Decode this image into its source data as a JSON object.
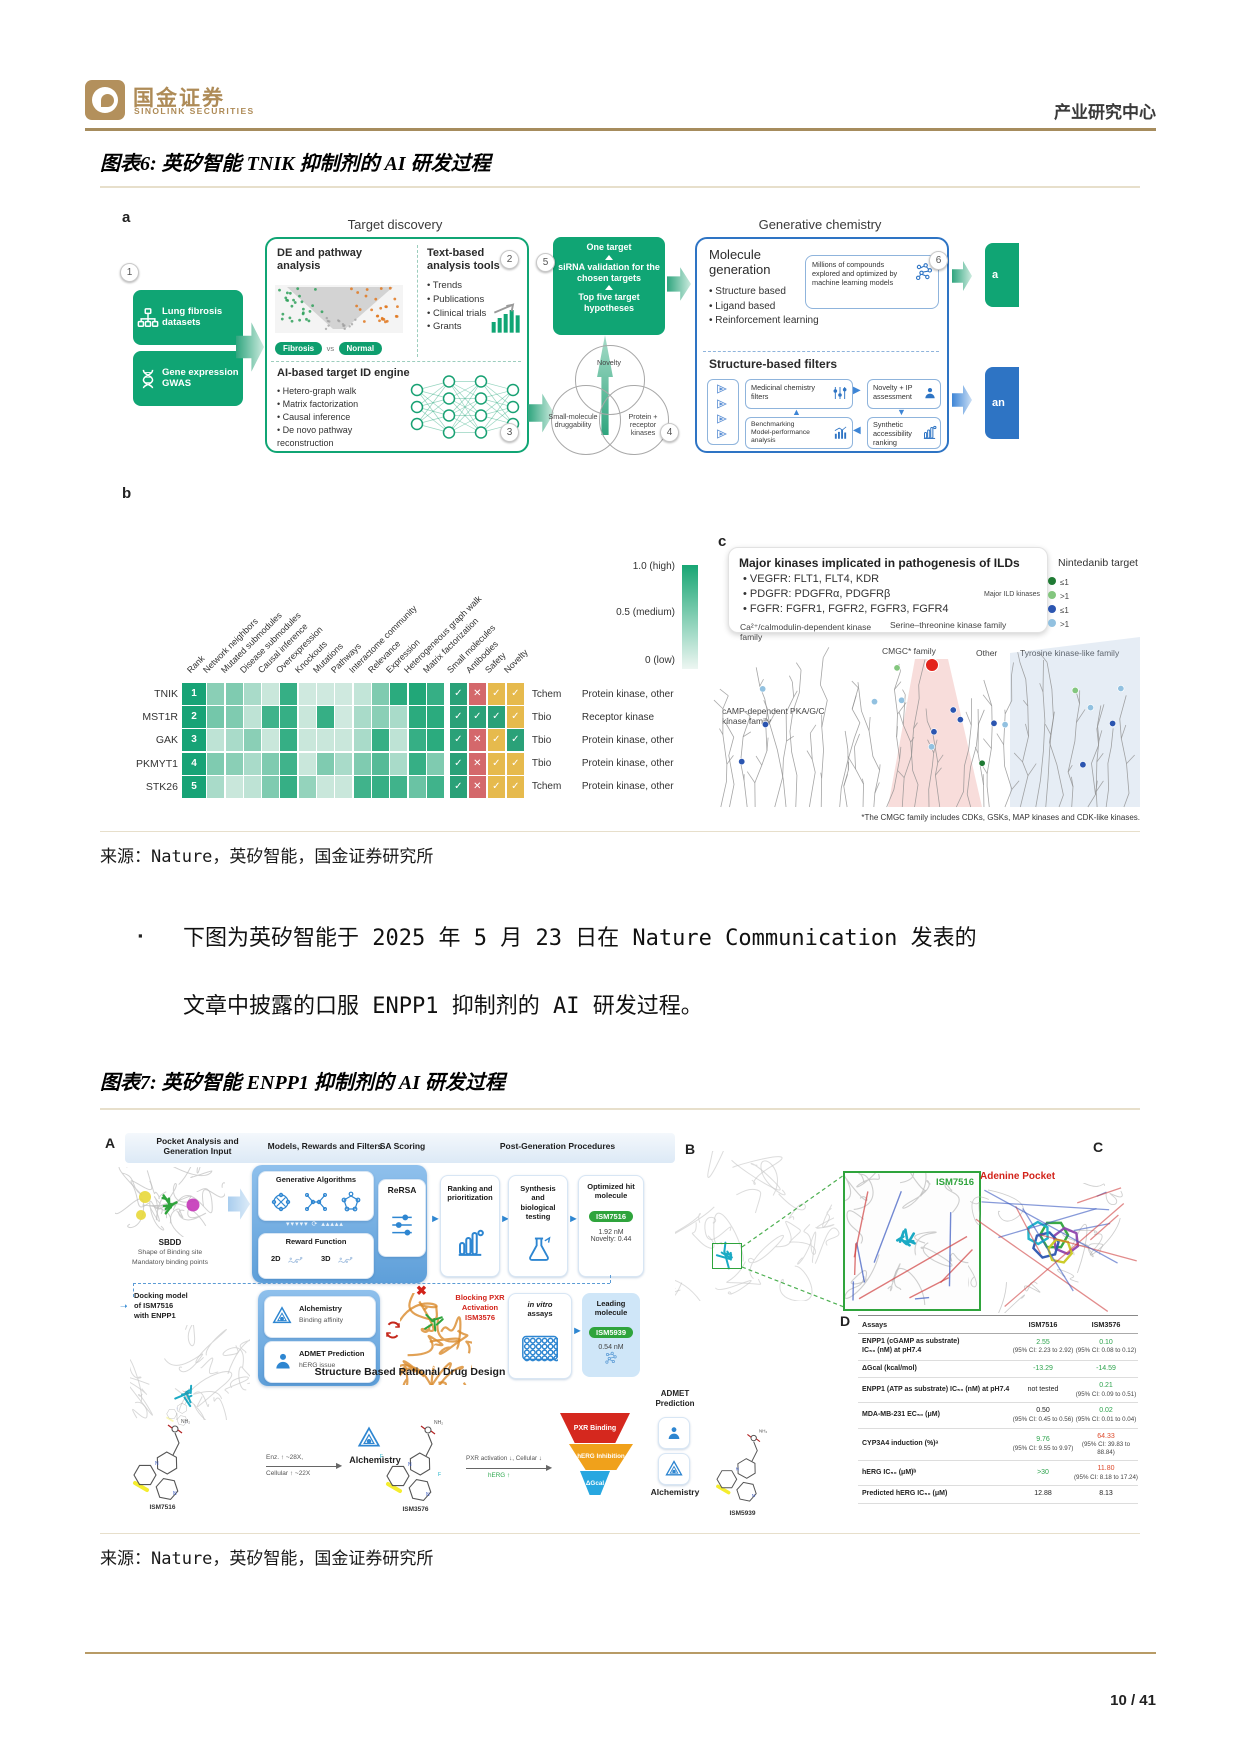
{
  "header": {
    "brand_cn": "国金证券",
    "brand_en": "SINOLINK SECURITIES",
    "dept": "产业研究中心"
  },
  "footer": {
    "page": "10 / 41"
  },
  "para": {
    "bullet": "▪",
    "line1": "下图为英矽智能于 2025 年 5 月 23 日在 Nature Communication 发表的",
    "line2": "文章中披露的口服 ENPP1 抑制剂的 AI 研发过程。"
  },
  "fig6": {
    "title": "图表6: 英矽智能 TNIK 抑制剂的 AI 研发过程",
    "source": "来源：Nature，英矽智能，国金证券研究所",
    "a": {
      "label": "a",
      "col1_title": "Target discovery",
      "col2_title": "Generative chemistry",
      "steps": [
        "1",
        "2",
        "3",
        "4",
        "5",
        "6"
      ],
      "input1": "Lung fibrosis datasets",
      "input2": "Gene expression GWAS",
      "de_title": "DE and pathway analysis",
      "pill1": "Fibrosis",
      "pill_vs": "vs",
      "pill2": "Normal",
      "text_title": "Text-based analysis tools",
      "text_items": [
        "Trends",
        "Publications",
        "Clinical trials",
        "Grants"
      ],
      "ai_title": "AI-based target ID engine",
      "ai_items": [
        "Hetero-graph walk",
        "Matrix factorization",
        "Causal inference",
        "De novo pathway reconstruction"
      ],
      "one_target": "One target",
      "sirna": "siRNA validation for the chosen targets",
      "top_five": "Top five target hypotheses",
      "venn_top": "Novelty",
      "venn_left": "Small-molecule druggability",
      "venn_right": "Protein + receptor kinases",
      "molgen_title": "Molecule generation",
      "molgen_items": [
        "Structure based",
        "Ligand based",
        "Reinforcement learning"
      ],
      "millions": "Millions of compounds explored and optimized by machine learning models",
      "filters_title": "Structure-based filters",
      "f1": "Medicinal chemistry filters",
      "f2": "Novelty + IP assessment",
      "f3a": "Benchmarking",
      "f3b": "Model-performance analysis",
      "f4": "Synthetic accessibility ranking",
      "cut1": "a",
      "cut2": "an"
    },
    "b": {
      "label": "b",
      "columns": [
        "Rank",
        "Network neighbors",
        "Mutated submodules",
        "Disease submodules",
        "Causal inference",
        "Overexpression",
        "Knockouts",
        "Mutations",
        "Pathways",
        "Interactome community",
        "Relevance",
        "Expression",
        "Heterogeneous graph walk",
        "Matrix factorization",
        "Small molecules",
        "Antibodies",
        "Safety",
        "Novelty"
      ],
      "legend": [
        "1.0 (high)",
        "0.5 (medium)",
        "0 (low)"
      ],
      "rows": [
        {
          "gene": "TNIK",
          "rank": "1",
          "scores": [
            0.45,
            0.5,
            0.3,
            0.15,
            0.85,
            0.12,
            0.12,
            0.12,
            0.18,
            0.5,
            0.9,
            0.95,
            0.85
          ],
          "checks": [
            {
              "m": "✓",
              "c": "g"
            },
            {
              "m": "✕",
              "c": "r"
            },
            {
              "m": "✓",
              "c": "y"
            },
            {
              "m": "✓",
              "c": "y"
            }
          ],
          "cat": "Tchem",
          "type": "Protein kinase, other"
        },
        {
          "gene": "MST1R",
          "rank": "2",
          "scores": [
            0.55,
            0.5,
            0.2,
            0.8,
            0.85,
            0.15,
            0.85,
            0.12,
            0.3,
            0.45,
            0.3,
            0.9,
            0.9
          ],
          "checks": [
            {
              "m": "✓",
              "c": "g"
            },
            {
              "m": "✓",
              "c": "g"
            },
            {
              "m": "✓",
              "c": "g"
            },
            {
              "m": "✓",
              "c": "y"
            }
          ],
          "cat": "Tbio",
          "type": "Receptor kinase"
        },
        {
          "gene": "GAK",
          "rank": "3",
          "scores": [
            0.2,
            0.3,
            0.45,
            0.15,
            0.85,
            0.15,
            0.15,
            0.15,
            0.3,
            0.85,
            0.2,
            0.85,
            0.9
          ],
          "checks": [
            {
              "m": "✓",
              "c": "g"
            },
            {
              "m": "✕",
              "c": "r"
            },
            {
              "m": "✓",
              "c": "y"
            },
            {
              "m": "✓",
              "c": "g"
            }
          ],
          "cat": "Tbio",
          "type": "Protein kinase, other"
        },
        {
          "gene": "PKMYT1",
          "rank": "4",
          "scores": [
            0.5,
            0.45,
            0.3,
            0.5,
            0.8,
            0.15,
            0.5,
            0.3,
            0.5,
            0.7,
            0.3,
            0.85,
            0.5
          ],
          "checks": [
            {
              "m": "✓",
              "c": "g"
            },
            {
              "m": "✕",
              "c": "r"
            },
            {
              "m": "✓",
              "c": "y"
            },
            {
              "m": "✓",
              "c": "y"
            }
          ],
          "cat": "Tbio",
          "type": "Protein kinase, other"
        },
        {
          "gene": "STK26",
          "rank": "5",
          "scores": [
            0.3,
            0.15,
            0.2,
            0.5,
            0.85,
            0.4,
            0.15,
            0.15,
            0.8,
            0.85,
            0.8,
            0.6,
            0.8
          ],
          "checks": [
            {
              "m": "✓",
              "c": "g"
            },
            {
              "m": "✕",
              "c": "r"
            },
            {
              "m": "✓",
              "c": "y"
            },
            {
              "m": "✓",
              "c": "y"
            }
          ],
          "cat": "Tchem",
          "type": "Protein kinase, other"
        }
      ]
    },
    "c": {
      "label": "c",
      "box_title": "Major kinases implicated in pathogenesis of ILDs",
      "box_items": [
        "VEGFR: FLT1, FLT4, KDR",
        "PDGFR: PDGFRα, PDGFRβ",
        "FGFR: FGFR1, FGFR2, FGFR3, FGFR4"
      ],
      "legend_title": "Nintedanib target",
      "legend_sub": "Major ILD kinases",
      "legend_items": [
        "≤1",
        ">1",
        "≤1",
        ">1"
      ],
      "families": [
        "Ca²⁺/calmodulin-dependent kinase family",
        "Serine–threonine kinase family",
        "CMGC* family",
        "Other",
        "Tyrosine kinase-like family",
        "cAMP-dependent PKA/G/C kinase family"
      ],
      "footnote": "*The CMGC family includes CDKs, GSKs, MAP kinases and CDK-like kinases."
    }
  },
  "fig7": {
    "title": "图表7: 英矽智能 ENPP1 抑制剂的 AI 研发过程",
    "source": "来源：Nature，英矽智能，国金证券研究所",
    "a": {
      "label": "A",
      "headers": [
        "Pocket Analysis and Generation Input",
        "Models, Rewards and Filters",
        "SA Scoring",
        "Post-Generation Procedures"
      ],
      "sbdd": "SBDD",
      "sbdd_sub1": "Shape of Binding site",
      "sbdd_sub2": "Mandatory binding points",
      "genalg": "Generative Algorithms",
      "arrows_strip": "▾▾▾▾▾  ⟳  ▴▴▴▴▴",
      "reward": "Reward Function",
      "r2d": "2D",
      "r3d": "3D",
      "rersa": "ReRSA",
      "rank": "Ranking and prioritization",
      "synth": "Synthesis and biological testing",
      "opt": "Optimized hit molecule",
      "opt_pill": "ISM7516",
      "opt_v": "1.92 nM",
      "opt_nov": "Novelty: 0.44",
      "dock1": "Docking model",
      "dock2": "of ISM7516",
      "dock3": "with ENPP1",
      "alch": "Alchemistry",
      "alch_sub": "Binding affinity",
      "admet": "ADMET Prediction",
      "admet_sub": "hERG issue",
      "block1": "Blocking PXR",
      "block2": "Activation",
      "block3": "ISM3576",
      "invitro1": "in vitro",
      "invitro2": "assays",
      "lead": "Leading molecule",
      "lead_pill": "ISM5939",
      "lead_v": "0.54 nM",
      "caption": "Structure Based Rational Drug Design",
      "m1": "ISM7516",
      "m2": "ISM3576",
      "m3": "ISM5939",
      "ar1a": "Enz. ↑ ~28X,",
      "ar1b": "Cellular ↑ ~22X",
      "alch2": "Alchemistry",
      "ar2a": "PXR activation ↓, Cellular ↓",
      "ar2b": "hERG ↑",
      "fun1": "PXR Binding",
      "fun2": "hERG Inhibition",
      "fun3": "ΔGcal",
      "admet2a": "ADMET",
      "admet2b": "Prediction",
      "alch3": "Alchemistry"
    },
    "b": {
      "label": "B",
      "tag": "ISM7516"
    },
    "c": {
      "label": "C",
      "tag": "Adenine Pocket"
    },
    "d": {
      "label": "D",
      "h_assays": "Assays",
      "h1": "ISM7516",
      "h2": "ISM3576",
      "rows": [
        {
          "lines": [
            "ENPP1 (cGAMP as substrate)",
            "IC₅₀ (nM) at pH7.4"
          ],
          "v1": "2.55",
          "v1ci": "(95% CI: 2.23 to 2.92)",
          "v1c": "green",
          "v2": "0.10",
          "v2ci": "(95% CI: 0.08 to 0.12)",
          "v2c": "green"
        },
        {
          "lines": [
            "ΔGcal (kcal/mol)"
          ],
          "v1": "-13.29",
          "v1ci": "",
          "v1c": "green",
          "v2": "-14.59",
          "v2ci": "",
          "v2c": "green"
        },
        {
          "lines": [
            "ENPP1 (ATP as substrate)  IC₅₀ (nM) at pH7.4"
          ],
          "v1": "not tested",
          "v1ci": "",
          "v1c": "black",
          "v2": "0.21",
          "v2ci": "(95% CI: 0.09 to 0.51)",
          "v2c": "green"
        },
        {
          "lines": [
            "MDA-MB-231 EC₅₀ (μM)"
          ],
          "v1": "0.50",
          "v1ci": "(95% CI: 0.45 to 0.56)",
          "v1c": "black",
          "v2": "0.02",
          "v2ci": "(95% CI: 0.01 to 0.04)",
          "v2c": "green"
        },
        {
          "lines": [
            "CYP3A4 induction (%)ᵃ"
          ],
          "v1": "9.76",
          "v1ci": "(95% CI: 9.55 to 9.97)",
          "v1c": "green",
          "v2": "64.33",
          "v2ci": "(95% CI: 39.83 to 88.84)",
          "v2c": "red"
        },
        {
          "lines": [
            "hERG IC₅₀ (μM)ᵇ"
          ],
          "v1": ">30",
          "v1ci": "",
          "v1c": "green",
          "v2": "11.80",
          "v2ci": "(95% CI: 8.18 to 17.24)",
          "v2c": "red"
        },
        {
          "lines": [
            "Predicted hERG IC₅₀ (μM)"
          ],
          "v1": "12.88",
          "v1ci": "",
          "v1c": "black",
          "v2": "8.13",
          "v2ci": "",
          "v2c": "black"
        }
      ]
    }
  }
}
